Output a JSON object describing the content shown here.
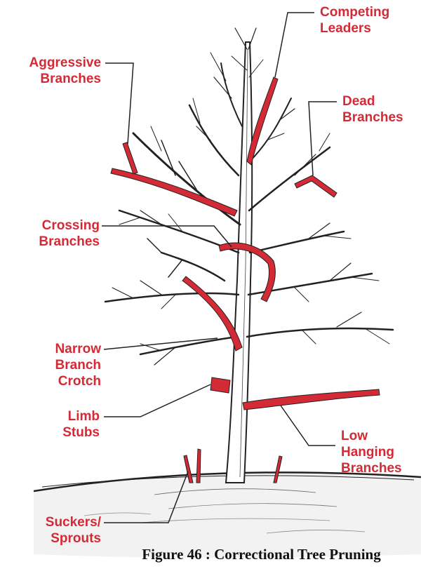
{
  "labels": {
    "competing_leaders": [
      "Competing",
      "Leaders"
    ],
    "aggressive_branches": [
      "Aggressive",
      "Branches"
    ],
    "dead_branches": [
      "Dead",
      "Branches"
    ],
    "crossing_branches": [
      "Crossing",
      "Branches"
    ],
    "narrow_branch_crotch": [
      "Narrow",
      "Branch",
      "Crotch"
    ],
    "limb_stubs": [
      "Limb",
      "Stubs"
    ],
    "low_hanging_branches": [
      "Low",
      "Hanging",
      "Branches"
    ],
    "suckers_sprouts": [
      "Suckers/",
      "Sprouts"
    ]
  },
  "caption": "Figure 46 : Correctional Tree Pruning",
  "colors": {
    "highlight": "#d42a36",
    "ink": "#222222",
    "caption": "#111111"
  }
}
